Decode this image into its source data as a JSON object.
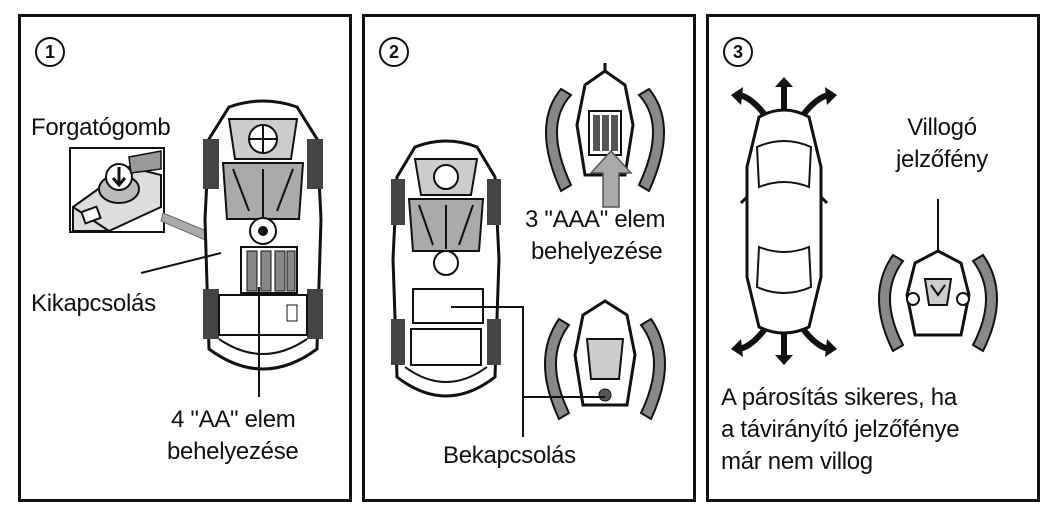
{
  "panels": [
    {
      "number": "1",
      "labels": {
        "knob": "Forgatógomb",
        "off": "Kikapcsolás",
        "batteries_line1": "4 \"AA\" elem",
        "batteries_line2": "behelyezése"
      }
    },
    {
      "number": "2",
      "labels": {
        "batteries_line1": "3 \"AAA\" elem",
        "batteries_line2": "behelyezése",
        "on": "Bekapcsolás"
      }
    },
    {
      "number": "3",
      "labels": {
        "light_line1": "Villogó",
        "light_line2": "jelzőfény",
        "success_line1": "A párosítás sikeres, ha",
        "success_line2": "a távirányító jelzőfénye",
        "success_line3": "már nem villog"
      }
    }
  ],
  "icons": [
    "robot-car-icon",
    "remote-control-icon",
    "arrow-icon",
    "car-top-view-icon",
    "knob-closeup-icon"
  ]
}
